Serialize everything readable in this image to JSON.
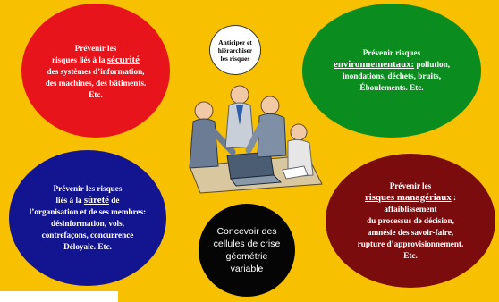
{
  "securite": {
    "lines": [
      "Prévenir les",
      "risques liés à la",
      "sécurité",
      "des systèmes d’information,",
      "des machines, des bâtiments.",
      "Etc."
    ]
  },
  "anticiper": {
    "lines": [
      "Anticiper et",
      "hiérarchiser",
      "les risques"
    ]
  },
  "environnement": {
    "lines": [
      "Prévenir risques",
      "environnementaux:",
      "pollution,",
      "inondations, déchets, bruits,",
      "Éboulements. Etc."
    ]
  },
  "surete": {
    "lines": [
      "Prévenir les risques",
      "liés à la",
      "sûreté",
      "de",
      "l’organisation et de ses membres:",
      "désinformation, vols,",
      "contrefaçons, concurrence",
      "Déloyale. Etc."
    ]
  },
  "cellules": {
    "lines": [
      "Concevoir des",
      "cellules de crise",
      "géométrie",
      "variable"
    ]
  },
  "manageriaux": {
    "lines": [
      "Prévenir les",
      "risques managériaux",
      ":",
      "affaiblissement",
      "du processus de décision,",
      "amnésie des savoir-faire,",
      "rupture d’approvisionnement.",
      "Etc."
    ]
  },
  "colors": {
    "background": "#f7c000",
    "securite": "#e8141b",
    "environnement": "#0b8c1f",
    "surete": "#13148f",
    "manageriaux": "#7a0c0e",
    "cellules": "#050505"
  },
  "illustration": {
    "icon": "business-team-laptop-icon"
  }
}
